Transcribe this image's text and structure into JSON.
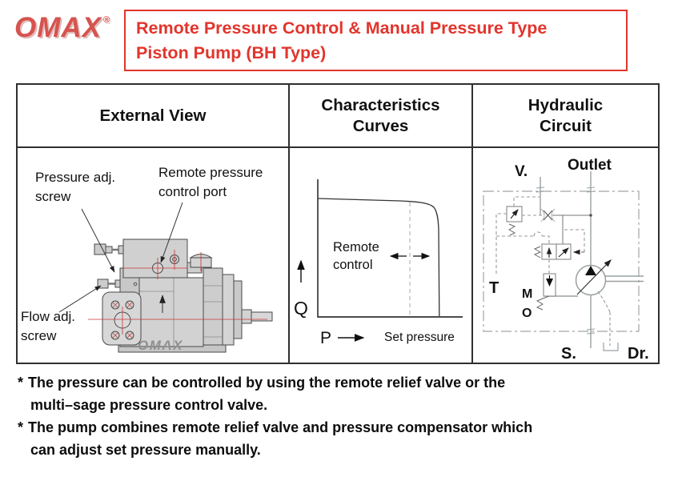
{
  "header": {
    "logo_text": "OMAX",
    "logo_reg": "®",
    "title_line1": "Remote Pressure Control & Manual Pressure Type",
    "title_line2": "Piston Pump (BH Type)"
  },
  "colors": {
    "brand_red": "#d6534e",
    "title_red": "#e2352c",
    "table_border": "#2f2f2f",
    "schematic_gray": "#9aa0a3",
    "centerline_red": "#cc3333"
  },
  "table": {
    "headers": [
      {
        "line1": "External View"
      },
      {
        "line1": "Characteristics",
        "line2": "Curves"
      },
      {
        "line1": "Hydraulic",
        "line2": "Circuit"
      }
    ]
  },
  "external_view": {
    "label_pressure_line1": "Pressure adj.",
    "label_pressure_line2": "screw",
    "label_remote_line1": "Remote pressure",
    "label_remote_line2": "control port",
    "label_flow_line1": "Flow adj.",
    "label_flow_line2": "screw",
    "watermark": "OMAX"
  },
  "chart_data": {
    "type": "line",
    "title": "Characteristics Curves",
    "xlabel": "P",
    "ylabel": "Q",
    "axis_numeric_labels": false,
    "annotations": [
      "Remote control",
      "Set pressure"
    ],
    "legend_position": "none",
    "grid": false,
    "description": "Pressure-compensated P-Q curve: flow Q stays near maximum while pressure P rises, then cuts off steeply at the set pressure. A dashed vertical line left of the cutoff with a double-headed arrow shows the set pressure being shifted by remote control.",
    "series": [
      {
        "name": "P-Q characteristic (normalized estimate)",
        "x": [
          0.0,
          0.55,
          0.72,
          0.78,
          0.81,
          0.83,
          0.84,
          0.84
        ],
        "y": [
          0.97,
          0.96,
          0.95,
          0.93,
          0.85,
          0.5,
          0.2,
          0.0
        ]
      },
      {
        "name": "remote-control set pressure (dashed, normalized estimate)",
        "x": [
          0.635,
          0.635
        ],
        "y": [
          0.94,
          0.0
        ]
      }
    ]
  },
  "curves_labels": {
    "q": "Q",
    "p": "P",
    "remote_line1": "Remote",
    "remote_line2": "control",
    "set_pressure": "Set pressure"
  },
  "hydraulic_circuit": {
    "labels": {
      "v": "V.",
      "outlet": "Outlet",
      "t": "T",
      "m": "M",
      "o": "O",
      "s": "S.",
      "dr": "Dr."
    }
  },
  "notes": [
    {
      "marker": "*",
      "line1": "The pressure can be controlled by using the remote relief valve or the",
      "line2": "multi–sage pressure control valve."
    },
    {
      "marker": "*",
      "line1": "The pump combines remote relief valve and pressure compensator which",
      "line2": "can adjust set pressure manually."
    }
  ]
}
